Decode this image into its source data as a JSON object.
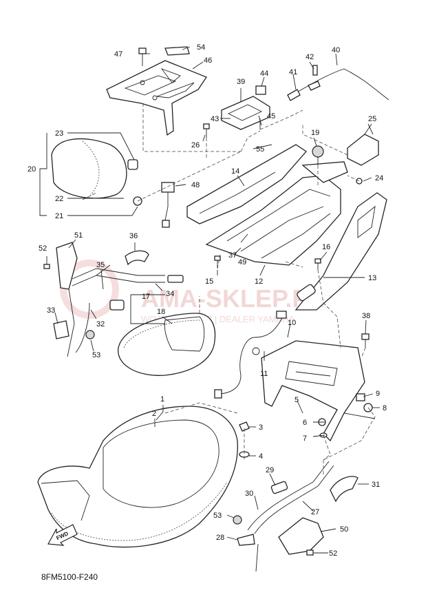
{
  "diagram": {
    "code": "8FM5100-F240",
    "fwd_label": "FWD",
    "watermark": {
      "main": "AMA-SKLEP.PL",
      "sub": "WOJ       ECHOWICZ | DEALER YAMAHA"
    }
  },
  "callouts": [
    {
      "id": "c1",
      "text": "1"
    },
    {
      "id": "c2",
      "text": "2"
    },
    {
      "id": "c3",
      "text": "3"
    },
    {
      "id": "c4",
      "text": "4"
    },
    {
      "id": "c5",
      "text": "5"
    },
    {
      "id": "c6",
      "text": "6"
    },
    {
      "id": "c7",
      "text": "7"
    },
    {
      "id": "c8",
      "text": "8"
    },
    {
      "id": "c9",
      "text": "9"
    },
    {
      "id": "c10",
      "text": "10"
    },
    {
      "id": "c11",
      "text": "11"
    },
    {
      "id": "c12",
      "text": "12"
    },
    {
      "id": "c13",
      "text": "13"
    },
    {
      "id": "c14",
      "text": "14"
    },
    {
      "id": "c15",
      "text": "15"
    },
    {
      "id": "c16",
      "text": "16"
    },
    {
      "id": "c17",
      "text": "17"
    },
    {
      "id": "c18",
      "text": "18"
    },
    {
      "id": "c19",
      "text": "19"
    },
    {
      "id": "c20",
      "text": "20"
    },
    {
      "id": "c21",
      "text": "21"
    },
    {
      "id": "c22",
      "text": "22"
    },
    {
      "id": "c23",
      "text": "23"
    },
    {
      "id": "c24",
      "text": "24"
    },
    {
      "id": "c25",
      "text": "25"
    },
    {
      "id": "c26",
      "text": "26"
    },
    {
      "id": "c27",
      "text": "27"
    },
    {
      "id": "c28",
      "text": "28"
    },
    {
      "id": "c29",
      "text": "29"
    },
    {
      "id": "c30",
      "text": "30"
    },
    {
      "id": "c31",
      "text": "31"
    },
    {
      "id": "c32",
      "text": "32"
    },
    {
      "id": "c33",
      "text": "33"
    },
    {
      "id": "c34",
      "text": "34"
    },
    {
      "id": "c35",
      "text": "35"
    },
    {
      "id": "c36",
      "text": "36"
    },
    {
      "id": "c37",
      "text": "37"
    },
    {
      "id": "c38",
      "text": "38"
    },
    {
      "id": "c39",
      "text": "39"
    },
    {
      "id": "c40",
      "text": "40"
    },
    {
      "id": "c41",
      "text": "41"
    },
    {
      "id": "c42",
      "text": "42"
    },
    {
      "id": "c43",
      "text": "43"
    },
    {
      "id": "c44",
      "text": "44"
    },
    {
      "id": "c45",
      "text": "45"
    },
    {
      "id": "c46",
      "text": "46"
    },
    {
      "id": "c47",
      "text": "47"
    },
    {
      "id": "c48",
      "text": "48"
    },
    {
      "id": "c49",
      "text": "49"
    },
    {
      "id": "c50",
      "text": "50"
    },
    {
      "id": "c51",
      "text": "51"
    },
    {
      "id": "c52a",
      "text": "52"
    },
    {
      "id": "c52b",
      "text": "52"
    },
    {
      "id": "c53a",
      "text": "53"
    },
    {
      "id": "c53b",
      "text": "53"
    },
    {
      "id": "c54",
      "text": "54"
    },
    {
      "id": "c55",
      "text": "55"
    }
  ]
}
